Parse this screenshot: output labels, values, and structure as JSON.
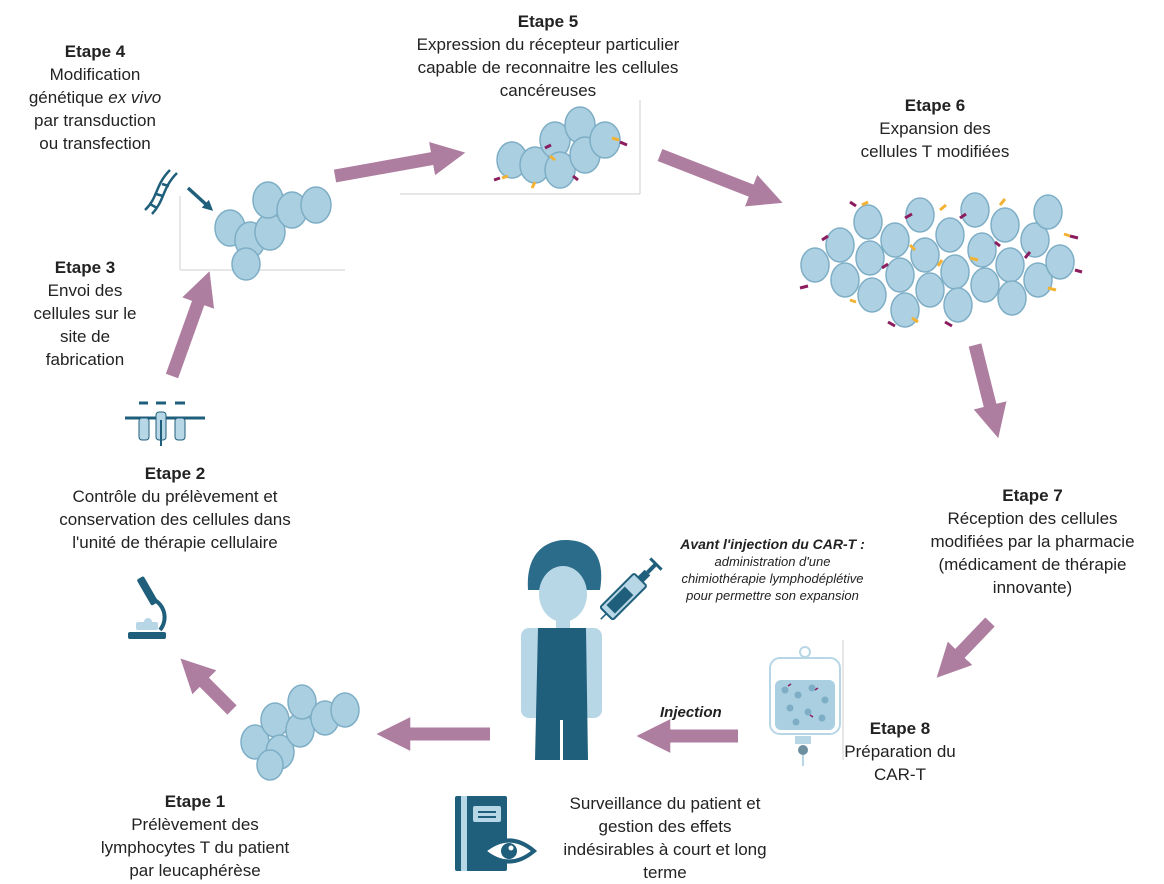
{
  "colors": {
    "arrow": "#ae7ea0",
    "cell_fill": "#a9cfe0",
    "cell_stroke": "#7eaec6",
    "nucleus": "#8fbdd3",
    "receptor_purple": "#8b1d5e",
    "receptor_yellow": "#f2b233",
    "icon_dark": "#1f5f7c",
    "skin": "#b8d7e6",
    "hair": "#2b6c8a"
  },
  "steps": {
    "step1": {
      "title": "Etape 1",
      "lines": [
        "Prélèvement des",
        "lymphocytes T du patient",
        "par leucaphérèse"
      ]
    },
    "step2": {
      "title": "Etape 2",
      "lines": [
        "Contrôle du prélèvement et",
        "conservation des cellules dans",
        "l'unité de thérapie cellulaire"
      ]
    },
    "step3": {
      "title": "Etape 3",
      "lines": [
        "Envoi des",
        "cellules sur le",
        "site de",
        "fabrication"
      ]
    },
    "step4": {
      "title": "Etape 4",
      "lines": [
        "Modification",
        "génétique",
        "par transduction",
        "ou transfection"
      ],
      "italic_fragment": "ex vivo"
    },
    "step5": {
      "title": "Etape 5",
      "lines": [
        "Expression du récepteur particulier",
        "capable de reconnaitre les cellules",
        "cancéreuses"
      ]
    },
    "step6": {
      "title": "Etape 6",
      "lines": [
        "Expansion des",
        "cellules T modifiées"
      ]
    },
    "step7": {
      "title": "Etape 7",
      "lines": [
        "Réception des cellules",
        "modifiées par la pharmacie",
        "(médicament de thérapie",
        "innovante)"
      ]
    },
    "step8": {
      "title": "Etape 8",
      "lines": [
        "Préparation du",
        "CAR-T"
      ]
    }
  },
  "note": {
    "title": "Avant l'injection du CAR-T :",
    "lines": [
      "administration d'une",
      "chimiothérapie lymphodéplétive",
      "pour permettre son expansion"
    ]
  },
  "injection_label": "Injection",
  "monitoring": {
    "lines": [
      "Surveillance du patient et",
      "gestion des effets",
      "indésirables à court et long",
      "terme"
    ]
  },
  "icons": {
    "dna": "dna-icon",
    "microscope": "microscope-icon",
    "lab_tubes": "lab-tubes-icon",
    "patient": "patient-figure-icon",
    "syringe": "syringe-icon",
    "iv_bag": "iv-bag-icon",
    "medical_record": "medical-record-eye-icon"
  }
}
